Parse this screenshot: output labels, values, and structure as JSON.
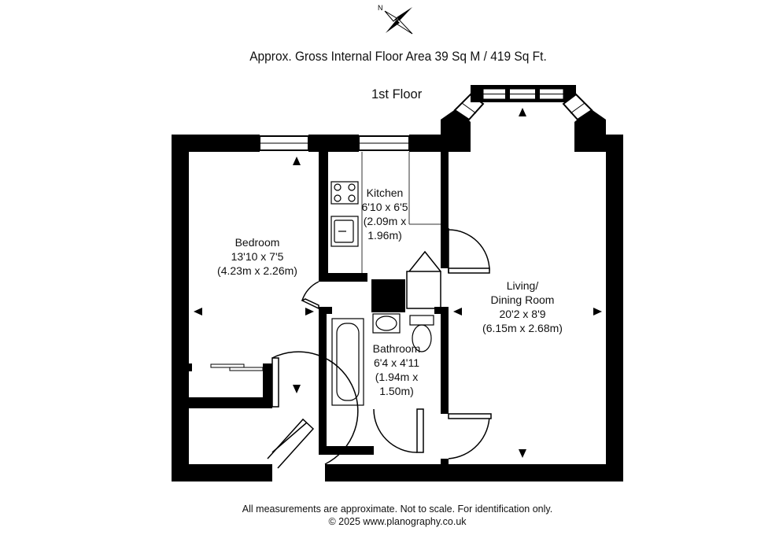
{
  "header": {
    "area_text": "Approx. Gross Internal Floor Area 39 Sq M / 419 Sq Ft.",
    "floor_name": "1st Floor"
  },
  "compass": {
    "icon": "compass-rose-icon",
    "label": "N"
  },
  "rooms": {
    "bedroom": {
      "name": "Bedroom",
      "dims_imperial": "13'10 x 7'5",
      "dims_metric": "(4.23m x 2.26m)"
    },
    "kitchen": {
      "name": "Kitchen",
      "dims_imperial": "6'10 x 6'5",
      "dims_metric_1": "(2.09m x",
      "dims_metric_2": "1.96m)"
    },
    "bathroom": {
      "name": "Bathroom",
      "dims_imperial": "6'4 x 4'11",
      "dims_metric_1": "(1.94m x",
      "dims_metric_2": "1.50m)"
    },
    "living": {
      "name_1": "Living/",
      "name_2": "Dining Room",
      "dims_imperial": "20'2 x 8'9",
      "dims_metric": "(6.15m x 2.68m)"
    }
  },
  "footer": {
    "disclaimer": "All measurements are approximate. Not to scale. For identification only.",
    "copyright": "© 2025 www.planography.co.uk"
  },
  "colors": {
    "wall": "#000000",
    "background": "#ffffff",
    "fixture_stroke": "#333333"
  }
}
